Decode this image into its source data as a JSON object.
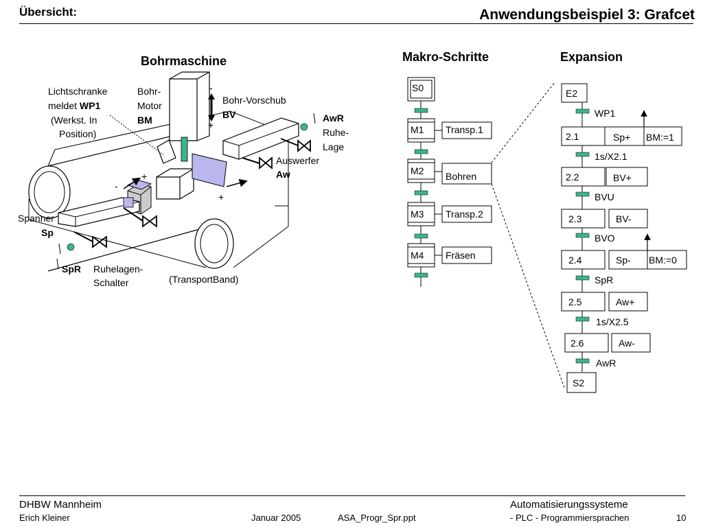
{
  "header": {
    "overview": "Übersicht:",
    "title": "Anwendungsbeispiel 3: Grafcet"
  },
  "machine": {
    "heading": "Bohrmaschine",
    "light_barrier": [
      "Lichtschranke",
      "meldet",
      "WP1",
      "(Werkst. In",
      "Position)"
    ],
    "drill_motor": [
      "Bohr-",
      "Motor",
      "BM"
    ],
    "drill_feed": [
      "Bohr-Vorschub",
      "BV"
    ],
    "rest_sensor": [
      "AwR",
      "Ruhe-",
      "Lage"
    ],
    "ejector": [
      "Auswerfer",
      "Aw"
    ],
    "clamp": [
      "Spanner",
      "Sp"
    ],
    "clamp_rest": [
      "SpR",
      "Ruhelagen-",
      "Schalter"
    ],
    "conveyor": "(TransportBand)",
    "signs": {
      "minus": "-",
      "plus": "+"
    }
  },
  "macro": {
    "heading": "Makro-Schritte",
    "init_step": "S0",
    "steps": [
      {
        "id": "M1",
        "action": "Transp.1"
      },
      {
        "id": "M2",
        "action": "Bohren"
      },
      {
        "id": "M3",
        "action": "Transp.2"
      },
      {
        "id": "M4",
        "action": "Fräsen"
      }
    ]
  },
  "expansion": {
    "heading": "Expansion",
    "entry": "E2",
    "exit": "S2",
    "steps": [
      {
        "id": "2.1",
        "action": "Sp+",
        "extra": "BM:=1"
      },
      {
        "id": "2.2",
        "action": "BV+"
      },
      {
        "id": "2.3",
        "action": "BV-"
      },
      {
        "id": "2.4",
        "action": "Sp-",
        "extra": "BM:=0"
      },
      {
        "id": "2.5",
        "action": "Aw+"
      },
      {
        "id": "2.6",
        "action": "Aw-"
      }
    ],
    "transitions": [
      "WP1",
      "1s/X2.1",
      "BVU",
      "BVO",
      "SpR",
      "1s/X2.5",
      "AwR"
    ]
  },
  "footer": {
    "org": "DHBW  Mannheim",
    "author": "Erich Kleiner",
    "date": "Januar 2005",
    "file": "ASA_Progr_Spr.ppt",
    "course": "Automatisierungssysteme",
    "subtitle": "- PLC - Programmiersprachen",
    "page": "10"
  },
  "colors": {
    "transition": "#3cb48c",
    "sensor": "#3cb48c",
    "lavender": "#b8b8ee",
    "line": "#000000"
  }
}
